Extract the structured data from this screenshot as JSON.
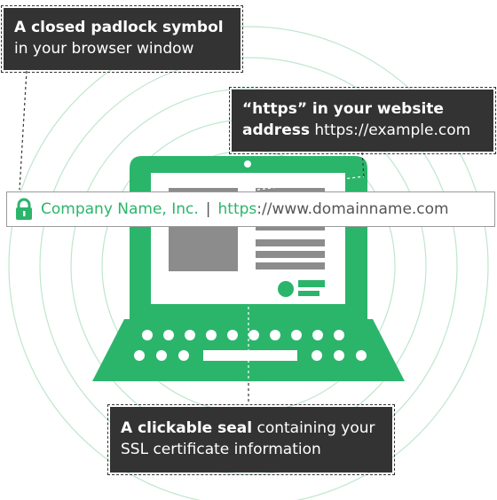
{
  "callouts": {
    "padlock": {
      "bold": "A closed padlock symbol",
      "rest": "in your browser window"
    },
    "https": {
      "bold": "“https” in your website address",
      "rest": "https://example.com"
    },
    "seal": {
      "bold": "A clickable seal",
      "rest": "containing your SSL certificate information"
    }
  },
  "address_bar": {
    "company": "Company Name, Inc.",
    "separator": "|",
    "scheme": "https",
    "rest": "://www.domainname.com"
  },
  "colors": {
    "green": "#2bb56b",
    "dark": "#333333",
    "gray": "#8c8c8c"
  },
  "icons": [
    "padlock-icon",
    "laptop-illustration",
    "ssl-seal-icon"
  ]
}
